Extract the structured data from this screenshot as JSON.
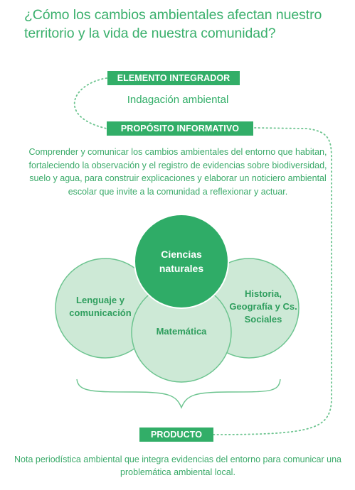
{
  "title": "¿Cómo los cambios ambientales afectan nuestro territorio y la vida de nuestra comunidad?",
  "elemento_integrador": {
    "label": "ELEMENTO INTEGRADOR",
    "value": "Indagación ambiental"
  },
  "proposito": {
    "label": "PROPÓSITO INFORMATIVO",
    "text": "Comprender y comunicar los cambios ambientales del entorno que habitan, fortaleciendo la observación y el registro de evidencias sobre biodiversidad, suelo y agua, para construir explicaciones y elaborar un noticiero ambiental escolar que invite a la comunidad a reflexionar y actuar."
  },
  "areas": {
    "center": "Ciencias naturales",
    "left": "Lenguaje y comunicación",
    "middle": "Matemática",
    "right": "Historia, Geografía y Cs. Sociales"
  },
  "producto": {
    "label": "PRODUCTO",
    "text": "Nota periodística ambiental que integra evidencias del entorno para comunicar una problemática ambiental local."
  },
  "colors": {
    "accent": "#32ae68",
    "circle_dark": "#2fac67",
    "circle_light": "#cde9d6",
    "circle_border": "#6cc48f"
  }
}
